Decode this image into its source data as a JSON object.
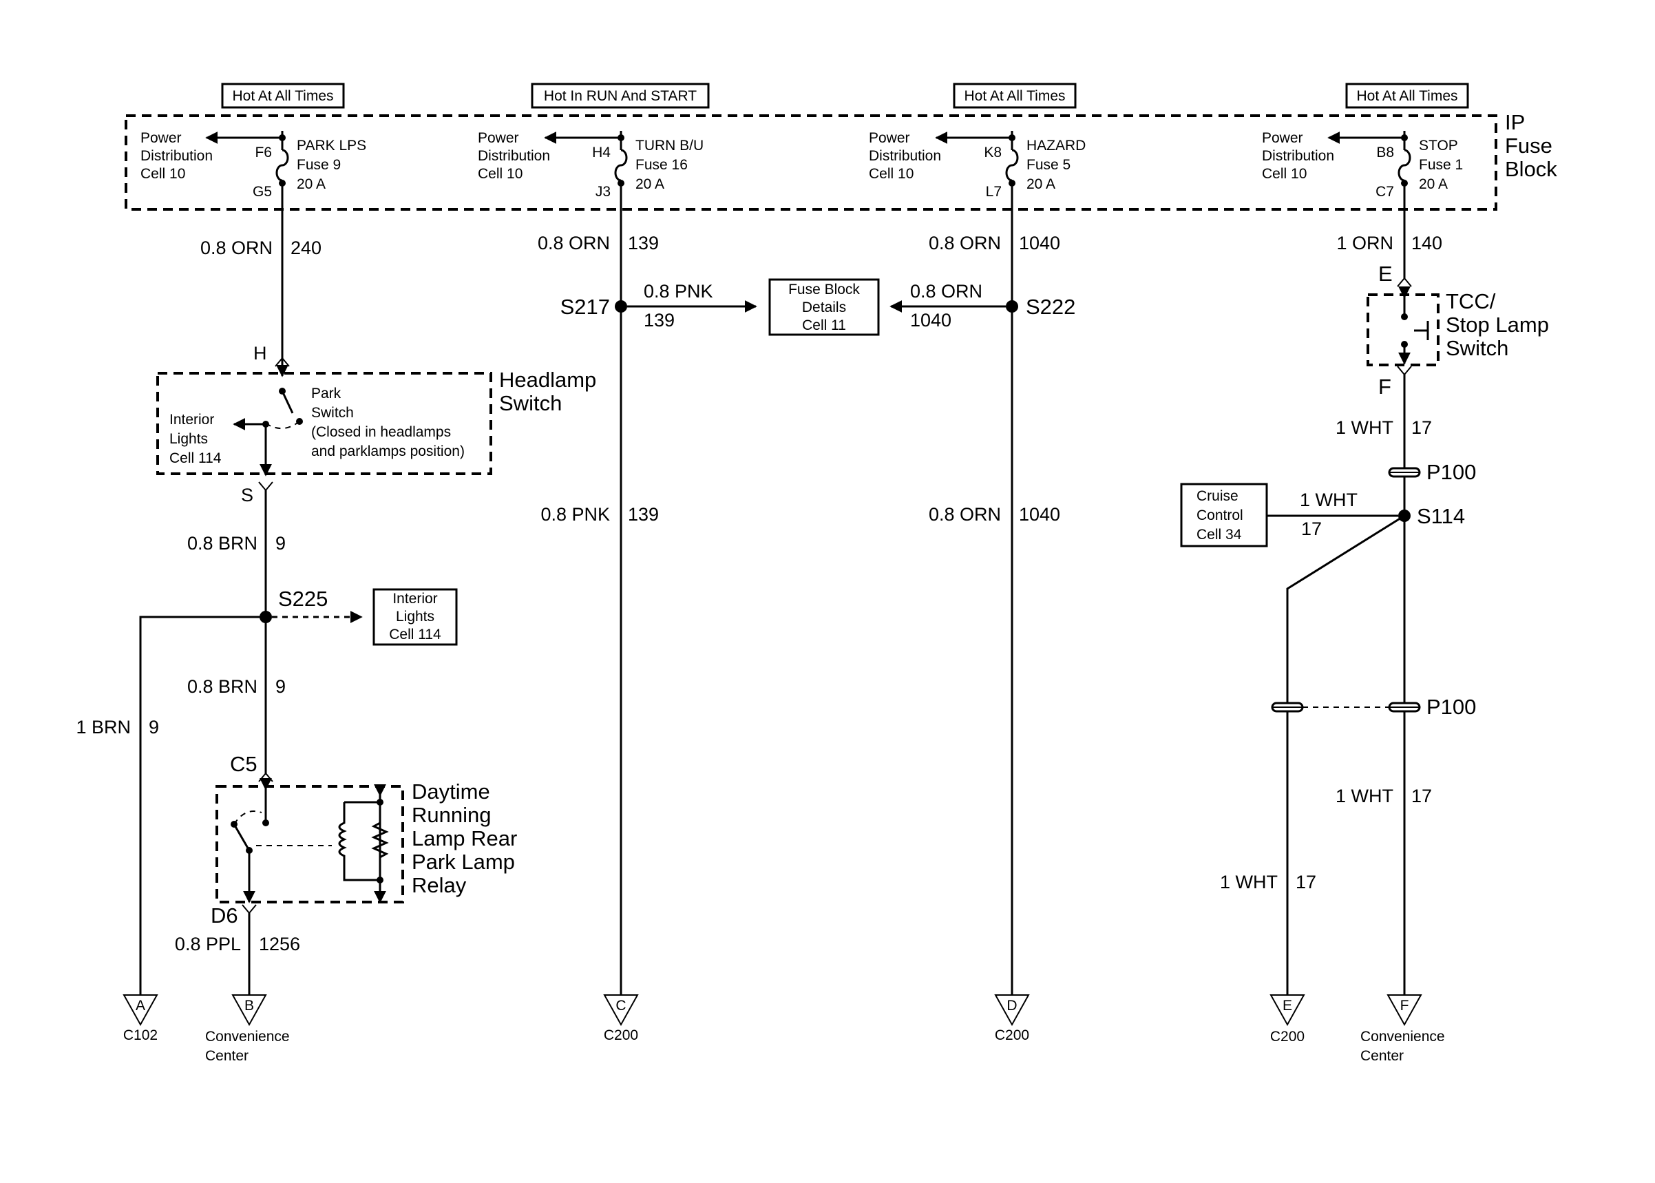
{
  "hot_labels": [
    "Hot At All Times",
    "Hot In RUN And START",
    "Hot At All Times",
    "Hot At All Times"
  ],
  "fuse_block": {
    "title_1": "IP",
    "title_2": "Fuse",
    "title_3": "Block"
  },
  "power_dist": {
    "line1": "Power",
    "line2": "Distribution",
    "line3": "Cell 10"
  },
  "fuses": [
    {
      "in_pin": "F6",
      "out_pin": "G5",
      "name": "PARK LPS",
      "fuse": "Fuse 9",
      "rating": "20 A"
    },
    {
      "in_pin": "H4",
      "out_pin": "J3",
      "name": "TURN B/U",
      "fuse": "Fuse 16",
      "rating": "20 A"
    },
    {
      "in_pin": "K8",
      "out_pin": "L7",
      "name": "HAZARD",
      "fuse": "Fuse 5",
      "rating": "20 A"
    },
    {
      "in_pin": "B8",
      "out_pin": "C7",
      "name": "STOP",
      "fuse": "Fuse 1",
      "rating": "20 A"
    }
  ],
  "col1": {
    "wire_top": {
      "size": "0.8 ORN",
      "circuit": "240"
    },
    "conn_h": "H",
    "headlamp_switch": {
      "title_1": "Headlamp",
      "title_2": "Switch",
      "park_1": "Park",
      "park_2": "Switch",
      "park_3": "(Closed in headlamps",
      "park_4": "and parklamps position)",
      "int_1": "Interior",
      "int_2": "Lights",
      "int_3": "Cell 114"
    },
    "conn_s": "S",
    "wire_mid": {
      "size": "0.8 BRN",
      "circuit": "9"
    },
    "splice": "S225",
    "interior_ref": {
      "line1": "Interior",
      "line2": "Lights",
      "line3": "Cell 114"
    },
    "wire_low": {
      "size": "0.8 BRN",
      "circuit": "9"
    },
    "wire_left": {
      "size": "1 BRN",
      "circuit": "9"
    },
    "conn_c5": "C5",
    "relay": {
      "line1": "Daytime",
      "line2": "Running",
      "line3": "Lamp Rear",
      "line4": "Park Lamp",
      "line5": "Relay"
    },
    "conn_d6": "D6",
    "wire_out": {
      "size": "0.8 PPL",
      "circuit": "1256"
    },
    "term_a": {
      "letter": "A",
      "label": "C102"
    },
    "term_b": {
      "letter": "B",
      "label_1": "Convenience",
      "label_2": "Center"
    }
  },
  "col2": {
    "wire_top": {
      "size": "0.8 ORN",
      "circuit": "139"
    },
    "splice": "S217",
    "branch": {
      "size": "0.8 PNK",
      "circuit": "139"
    },
    "wire_low": {
      "size": "0.8 PNK",
      "circuit": "139"
    },
    "term": {
      "letter": "C",
      "label": "C200"
    }
  },
  "fuse_details": {
    "line1": "Fuse Block",
    "line2": "Details",
    "line3": "Cell 11"
  },
  "col3": {
    "wire_top": {
      "size": "0.8 ORN",
      "circuit": "1040"
    },
    "splice": "S222",
    "branch": {
      "size": "0.8 ORN",
      "circuit": "1040"
    },
    "wire_low": {
      "size": "0.8 ORN",
      "circuit": "1040"
    },
    "term": {
      "letter": "D",
      "label": "C200"
    }
  },
  "col4": {
    "wire_top": {
      "size": "1 ORN",
      "circuit": "140"
    },
    "conn_e": "E",
    "tcc_switch": {
      "line1": "TCC/",
      "line2": "Stop Lamp",
      "line3": "Switch"
    },
    "conn_f": "F",
    "wire_mid": {
      "size": "1 WHT",
      "circuit": "17"
    },
    "p100": "P100",
    "splice": "S114",
    "cruise": {
      "line1": "Cruise",
      "line2": "Control",
      "line3": "Cell 34"
    },
    "branch": {
      "size": "1 WHT",
      "circuit": "17"
    },
    "p100_lower": "P100",
    "wire_right": {
      "size": "1 WHT",
      "circuit": "17"
    },
    "wire_left": {
      "size": "1 WHT",
      "circuit": "17"
    },
    "term_e": {
      "letter": "E",
      "label": "C200"
    },
    "term_f": {
      "letter": "F",
      "label_1": "Convenience",
      "label_2": "Center"
    }
  }
}
